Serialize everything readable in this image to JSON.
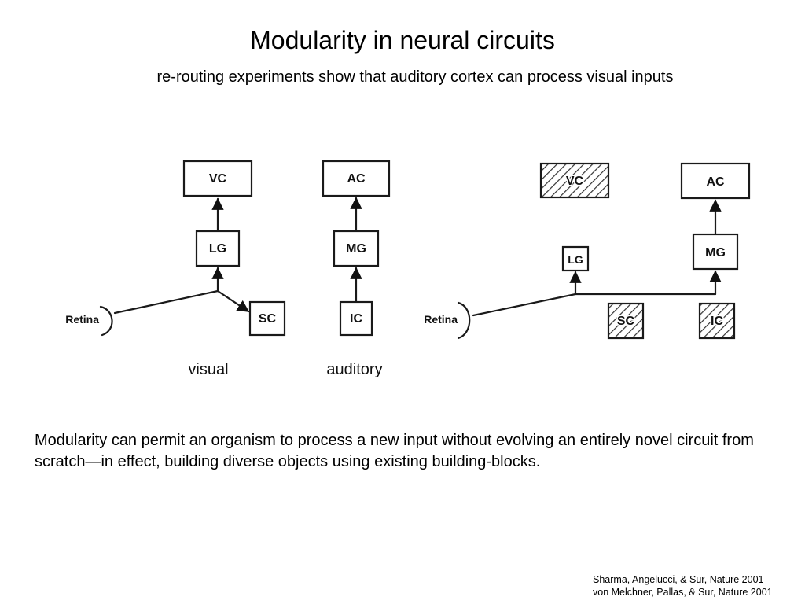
{
  "title": "Modularity in neural circuits",
  "subtitle": "re-routing experiments show that auditory cortex can process visual inputs",
  "diagram": {
    "normal": {
      "retina_label": "Retina",
      "visual_nodes": [
        "VC",
        "LG",
        "SC"
      ],
      "auditory_nodes": [
        "AC",
        "MG",
        "IC"
      ],
      "visual_caption": "visual",
      "auditory_caption": "auditory"
    },
    "rewired": {
      "retina_label": "Retina",
      "nodes": [
        "VC",
        "AC",
        "LG",
        "MG",
        "SC",
        "IC"
      ],
      "hatched_nodes": [
        "VC",
        "SC",
        "IC"
      ]
    }
  },
  "body_text": "Modularity can permit an organism to process a new input without evolving an entirely novel circuit from scratch—in effect, building diverse objects using existing building-blocks.",
  "citations": [
    "Sharma, Angelucci, & Sur, Nature 2001",
    "von Melchner, Pallas, & Sur, Nature 2001"
  ]
}
